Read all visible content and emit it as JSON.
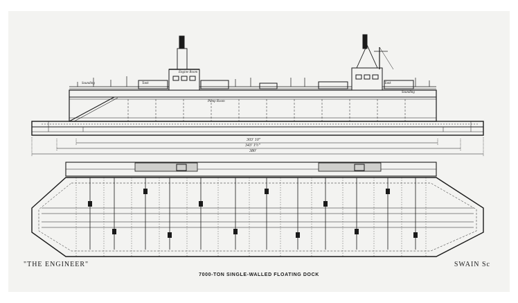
{
  "captions": {
    "publication": "\"THE ENGINEER\"",
    "engraver": "SWAIN Sc",
    "title": "7000-TON SINGLE-WALLED FLOATING DOCK"
  },
  "dimensions": {
    "inner": "303' 10\"",
    "middle": "343' 1½\"",
    "overall": "380'"
  },
  "labels": {
    "tank_left": "Tank",
    "tank_right": "Tank",
    "pump_room": "Pump Room",
    "engine_room": "Engine Room",
    "sounding_left": "Sounding",
    "sounding_right": "Sounding"
  },
  "colors": {
    "ink": "#1a1a1a",
    "paper": "#f3f3f1"
  }
}
